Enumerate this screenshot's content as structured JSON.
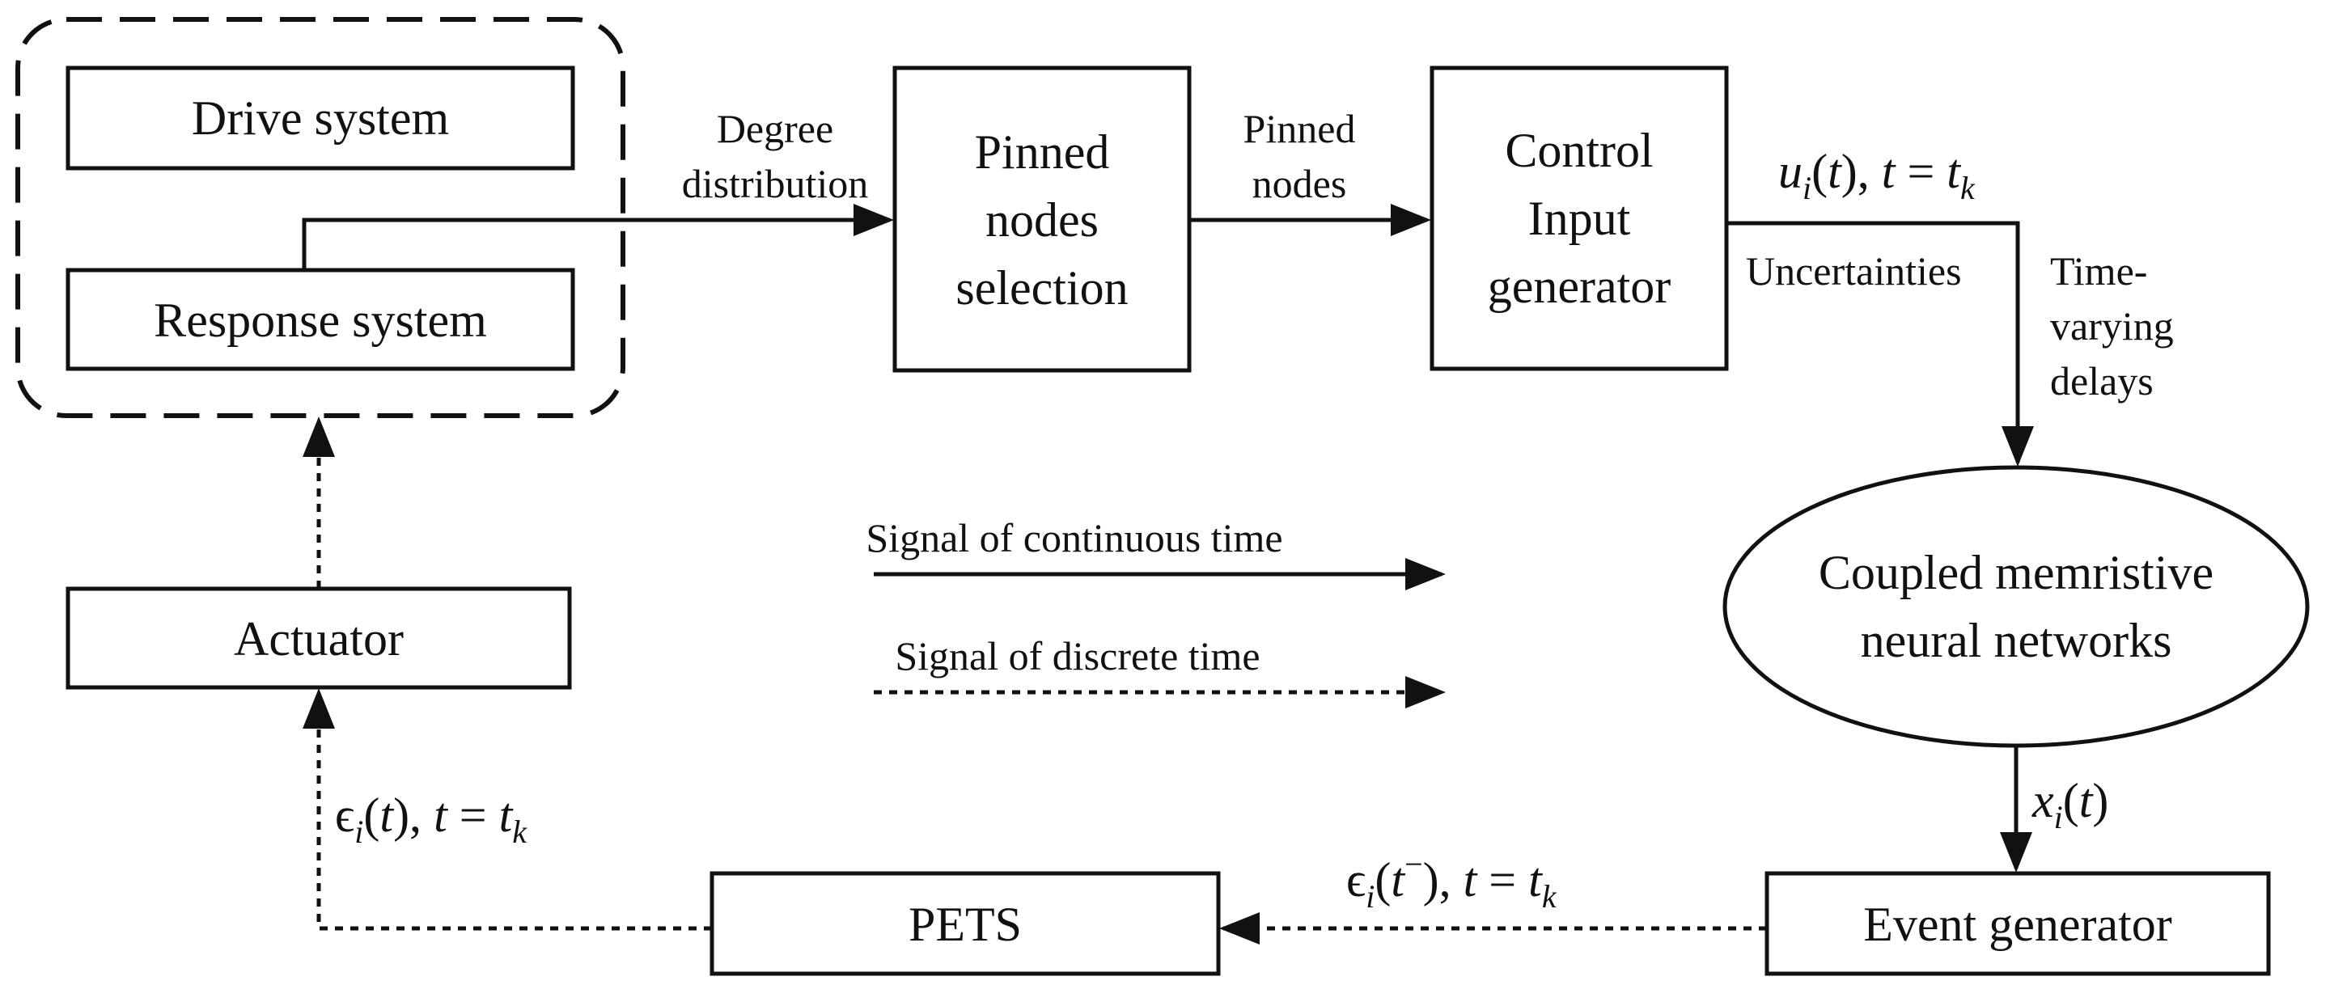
{
  "nodes": {
    "drive": "Drive system",
    "response": "Response system",
    "pinned_selection": [
      "Pinned",
      "nodes",
      "selection"
    ],
    "control_generator": [
      "Control",
      "Input",
      "generator"
    ],
    "coupled_networks": [
      "Coupled memristive",
      "neural networks"
    ],
    "actuator": "Actuator",
    "pets": "PETS",
    "event_generator": "Event generator"
  },
  "edge_labels": {
    "degree_distribution": [
      "Degree",
      "distribution"
    ],
    "pinned_nodes": [
      "Pinned",
      "nodes"
    ],
    "control_signal": {
      "u": "u",
      "i": "i",
      "t": "t",
      "rest": "), ",
      "eq": " = ",
      "tk": "t",
      "k": "k"
    },
    "uncertainties": "Uncertainties",
    "time_varying_delays": [
      "Time-",
      "varying",
      "delays"
    ],
    "state_signal": {
      "x": "x",
      "i": "i",
      "t": "t"
    },
    "event_signal": {
      "eps": "ϵ",
      "i": "i",
      "t": "t",
      "minus": "−",
      "tk": "t",
      "k": "k"
    },
    "error_signal": {
      "eps": "ϵ",
      "i": "i",
      "t": "t",
      "tk": "t",
      "k": "k"
    }
  },
  "legend": {
    "continuous": "Signal of continuous time",
    "discrete": "Signal of discrete time"
  }
}
